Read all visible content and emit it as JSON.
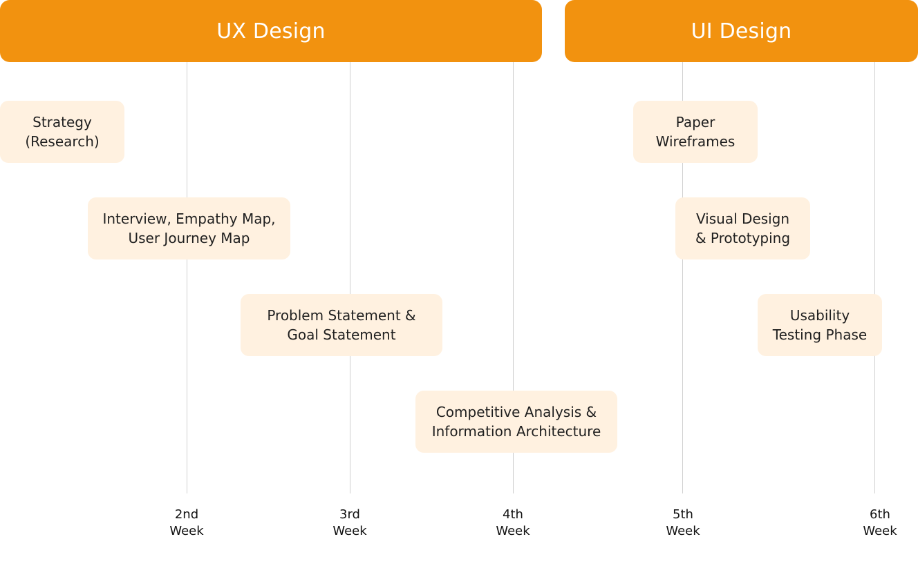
{
  "phases": {
    "ux": "UX Design",
    "ui": "UI Design"
  },
  "tasks": {
    "strategy": "Strategy\n(Research)",
    "interview": "Interview, Empathy Map,\nUser Journey Map",
    "problem": "Problem Statement &\nGoal Statement",
    "competitive": "Competitive Analysis &\nInformation Architecture",
    "paper": "Paper\nWireframes",
    "visual": "Visual Design\n& Prototyping",
    "usability": "Usability\nTesting Phase"
  },
  "weeks": {
    "w2": "2nd\nWeek",
    "w3": "3rd\nWeek",
    "w4": "4th\nWeek",
    "w5": "5th\nWeek",
    "w6": "6th\nWeek"
  },
  "colors": {
    "phase_bar": "#f2920f",
    "task_box": "#fff1e0",
    "gridline": "#cfcfcf"
  }
}
